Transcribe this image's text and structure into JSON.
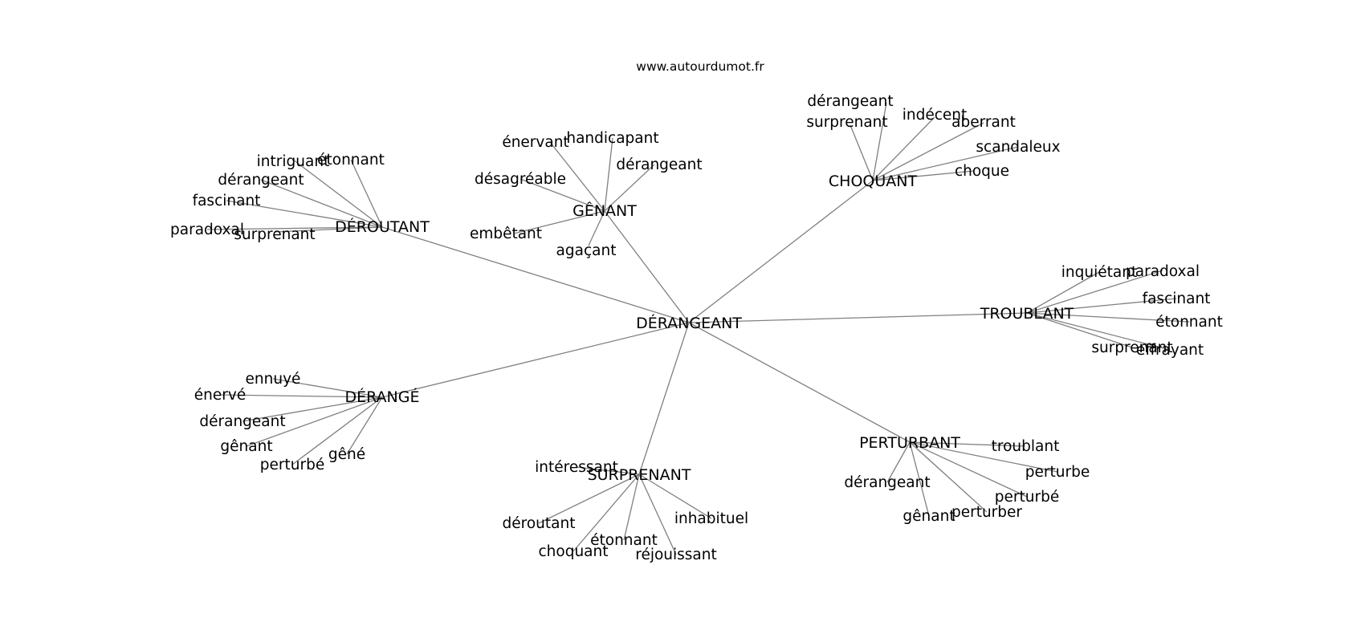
{
  "source": "www.autourdumot.fr",
  "root": "DÉRANGEANT",
  "groups": [
    {
      "hub": "DÉROUTANT",
      "leaves": [
        "intriguant",
        "étonnant",
        "dérangeant",
        "fascinant",
        "paradoxal",
        "surprenant"
      ]
    },
    {
      "hub": "GÊNANT",
      "leaves": [
        "énervant",
        "handicapant",
        "dérangeant",
        "désagréable",
        "embêtant",
        "agaçant"
      ]
    },
    {
      "hub": "CHOQUANT",
      "leaves": [
        "dérangeant",
        "surprenant",
        "indécent",
        "aberrant",
        "scandaleux",
        "choque"
      ]
    },
    {
      "hub": "TROUBLANT",
      "leaves": [
        "inquiétant",
        "paradoxal",
        "fascinant",
        "étonnant",
        "surprenant",
        "effrayant"
      ]
    },
    {
      "hub": "DÉRANGÉ",
      "leaves": [
        "ennuyé",
        "énervé",
        "dérangeant",
        "gênant",
        "perturbé",
        "gêné"
      ]
    },
    {
      "hub": "SURPRENANT",
      "leaves": [
        "intéressant",
        "déroutant",
        "inhabituel",
        "étonnant",
        "choquant",
        "réjouissant"
      ]
    },
    {
      "hub": "PERTURBANT",
      "leaves": [
        "troublant",
        "perturbe",
        "dérangeant",
        "perturbé",
        "gênant",
        "perturber"
      ]
    }
  ]
}
